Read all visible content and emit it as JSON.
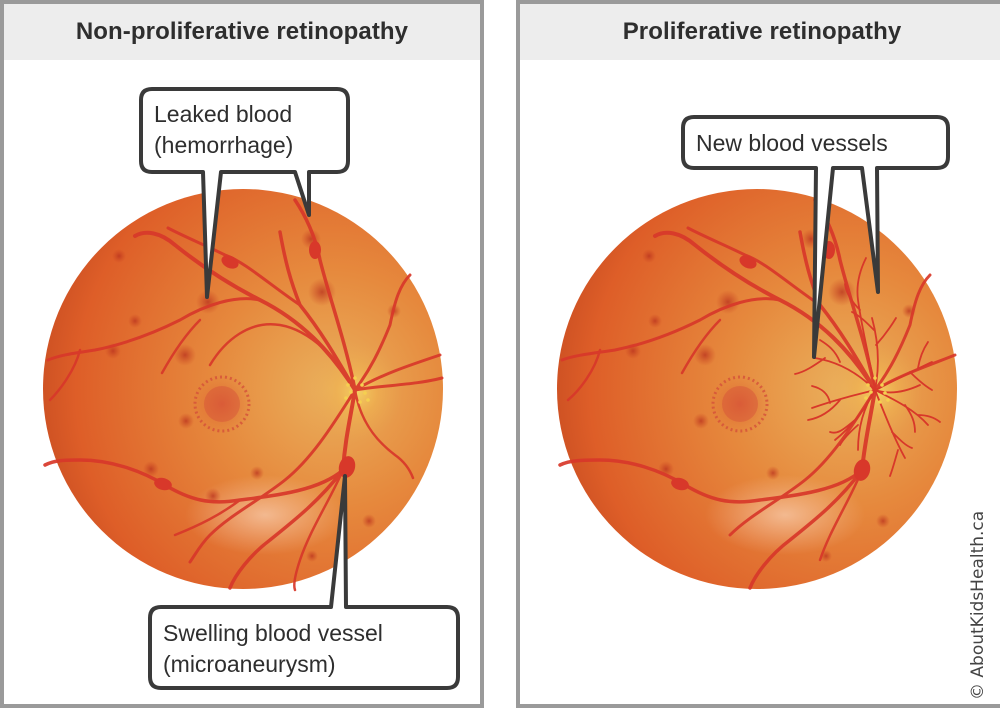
{
  "panels": [
    {
      "title": "Non-proliferative retinopathy",
      "callouts": [
        {
          "lines": [
            "Leaked blood",
            "(hemorrhage)"
          ]
        },
        {
          "lines": [
            "Swelling blood vessel",
            "(microaneurysm)"
          ]
        }
      ]
    },
    {
      "title": "Proliferative retinopathy",
      "callouts": [
        {
          "lines": [
            "New blood vessels"
          ]
        }
      ]
    }
  ],
  "copyright": "© AboutKidsHealth.ca",
  "colors": {
    "fundus_dark": "#c8431f",
    "fundus_mid": "#e06a30",
    "fundus_light": "#e9a456",
    "vessel": "#d8382a",
    "optic_disc": "#f2c442",
    "callout_stroke": "#3a3a3a",
    "panel_border": "#9a9a9a",
    "header_bg": "#ededed"
  }
}
